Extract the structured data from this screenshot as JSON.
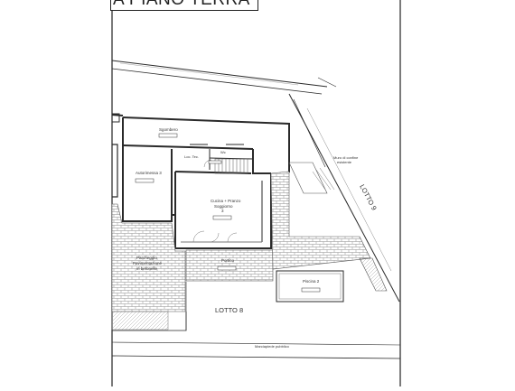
{
  "sheet": {
    "title": "A PIANO TERRA"
  },
  "labels": {
    "sgombero": "Sgombero",
    "loc_tec": "Loc. Tec.",
    "wc": "Wc",
    "autorimessa": "Autorimessa 3",
    "cucina": "Cucina + Pranzo",
    "soggiorno": "Soggiorno",
    "soggiorno_num": "3",
    "parcheggio_1": "Parcheggio",
    "parcheggio_2": "Pavimentazione",
    "parcheggio_3": "in betonelle",
    "portico": "Portico",
    "piscina": "Piscina 2",
    "lotto8": "LOTTO 8",
    "lotto9": "LOTTO 9",
    "muro_1": "Muro di confine",
    "muro_2": "esistente",
    "stradello": "Marciapiede pubblico"
  },
  "colors": {
    "line": "#2a2a2a",
    "light": "#777777",
    "paving": "#8a8a8a",
    "background": "#ffffff"
  }
}
